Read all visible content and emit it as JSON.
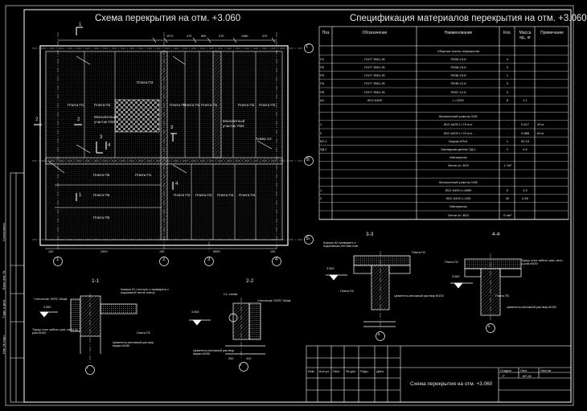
{
  "plan": {
    "title": "Схема перекрытия на отм. +3.060",
    "slabs": [
      "Плита П1",
      "Плита П2",
      "Плита П3",
      "Плита П1",
      "Плита П1",
      "Плита П1",
      "Плита П2",
      "Плита П2",
      "Плита П5",
      "Плита П5",
      "Плита П5",
      "Плита П3",
      "Плита П4",
      "Плита П4",
      "Плита П4",
      "Плита П1"
    ],
    "mono1": "Монолитный\nучасток УМ1",
    "mono2": "Монолитный\nучасток УМ2",
    "anchor": "Анкер А2",
    "axes_bottom": [
      "1",
      "2",
      "3",
      "4"
    ],
    "axes_right": [
      "Г",
      "В",
      "Б"
    ],
    "dims_top": [
      "1970",
      "270",
      "890",
      "270",
      "1480",
      "470"
    ],
    "dims_bottom": [
      "130",
      "2400",
      "130",
      "5900",
      "130"
    ],
    "cuts": [
      "1",
      "1",
      "2",
      "2",
      "3",
      "3",
      "4",
      "4"
    ]
  },
  "spec": {
    "title": "Спецификация материалов перекрытия на отм. +3.060",
    "headers": [
      "Поз.",
      "Обозначение",
      "Наименование",
      "Кол.",
      "Масса ед., кг",
      "Примечание"
    ],
    "rows": [
      [
        "",
        "",
        "Сборные плиты перекрытия",
        "",
        "",
        ""
      ],
      [
        "П1",
        "ГОСТ 9561-91",
        "ПК58-15-8",
        "4",
        "",
        ""
      ],
      [
        "П2",
        "ГОСТ 9561-91",
        "ПК58-15-8",
        "3",
        "",
        ""
      ],
      [
        "П3",
        "ГОСТ 9561-91",
        "ПК38-15-8",
        "1",
        "",
        ""
      ],
      [
        "П4",
        "ГОСТ 9561-91",
        "ПК38-12-8",
        "3",
        "",
        ""
      ],
      [
        "П5",
        "ГОСТ 9561-91",
        "ПК57-12-8",
        "3",
        "",
        ""
      ],
      [
        "А2",
        "Ø12 А400",
        "L=1200",
        "8",
        "1.1",
        ""
      ],
      [
        "",
        "",
        "",
        "",
        "",
        ""
      ],
      [
        "",
        "",
        "Монолитный участок УМ1",
        "",
        "",
        ""
      ],
      [
        "1",
        "",
        "Ø12 А400    L=70 м.п.",
        "-",
        "0.617",
        "43 кг"
      ],
      [
        "2",
        "",
        "Ø12 А400    L=70 м.п.",
        "-",
        "0.888",
        "63 кг"
      ],
      [
        "КП-1",
        "",
        "Каркас КПп1",
        "1",
        "52.15",
        ""
      ],
      [
        "ЗД-1",
        "",
        "Закладная деталь ЗД-1",
        "2",
        "4.5",
        ""
      ],
      [
        "",
        "",
        "Материалы",
        "",
        "",
        ""
      ],
      [
        "",
        "",
        "Бетон кл. В15",
        "1.7м³",
        "",
        ""
      ],
      [
        "",
        "",
        "",
        "",
        "",
        ""
      ],
      [
        "",
        "",
        "Монолитный участок УМ2",
        "",
        "",
        ""
      ],
      [
        "1",
        "",
        "Ø12 А400    L=4850",
        "5",
        "4.3",
        ""
      ],
      [
        "2",
        "",
        "Ø12 А400    L=425",
        "32",
        "0.28",
        ""
      ],
      [
        "",
        "",
        "Материалы",
        "",
        "",
        ""
      ],
      [
        "",
        "",
        "Бетон кл. В15",
        "0.4м³",
        "",
        ""
      ]
    ]
  },
  "sections": {
    "s11": {
      "title": "1-1",
      "texts": [
        "Утепление ЭППС 50мм",
        "Анкера А1 отогнуть и приварить к подъемной петле плиты",
        "Торцы плит забить цем.-песч. р-ром М150",
        "Плита П2",
        "Цементно-песчаный раствор марки М150",
        "3.060",
        "Г"
      ]
    },
    "s22": {
      "title": "2-2",
      "texts": [
        "Сх. схема",
        "Утепление ЭППС 50мм",
        "3.060",
        "Цементно-песчаный раствор марки М150",
        "4",
        "200",
        "410"
      ]
    },
    "s33": {
      "title": "3-3",
      "texts": [
        "Анкера А2 приварить к подъемным петлям плит",
        "Плита П3",
        "3.060",
        "Плита П4",
        "Цементно-песчаный раствор М150",
        "В"
      ]
    },
    "s44": {
      "title": "4-4",
      "texts": [
        "Плита П2",
        "Торцы плит забить цем.-песч. р-ром М150",
        "3.060",
        "Плита П5",
        "Цементно-песчаный раствор М150",
        "В"
      ]
    }
  },
  "stamp": {
    "row_headers": [
      "Изм.",
      "Кол.уч.",
      "Лист",
      "№ док.",
      "Подп.",
      "Дата"
    ],
    "title": "Схема перекрытия на отм. +3.060",
    "stage_headers": [
      "Стадия",
      "Лист",
      "Листов"
    ],
    "stage_values": [
      "Р",
      "КР-26",
      ""
    ]
  },
  "side_labels": [
    "Согласовано",
    "Взам. инв. №",
    "Подп. и дата",
    "Инв. № подл."
  ],
  "colors": {
    "background": "#000000",
    "line": "#ffffff",
    "hatch": "#9a9a9a"
  }
}
